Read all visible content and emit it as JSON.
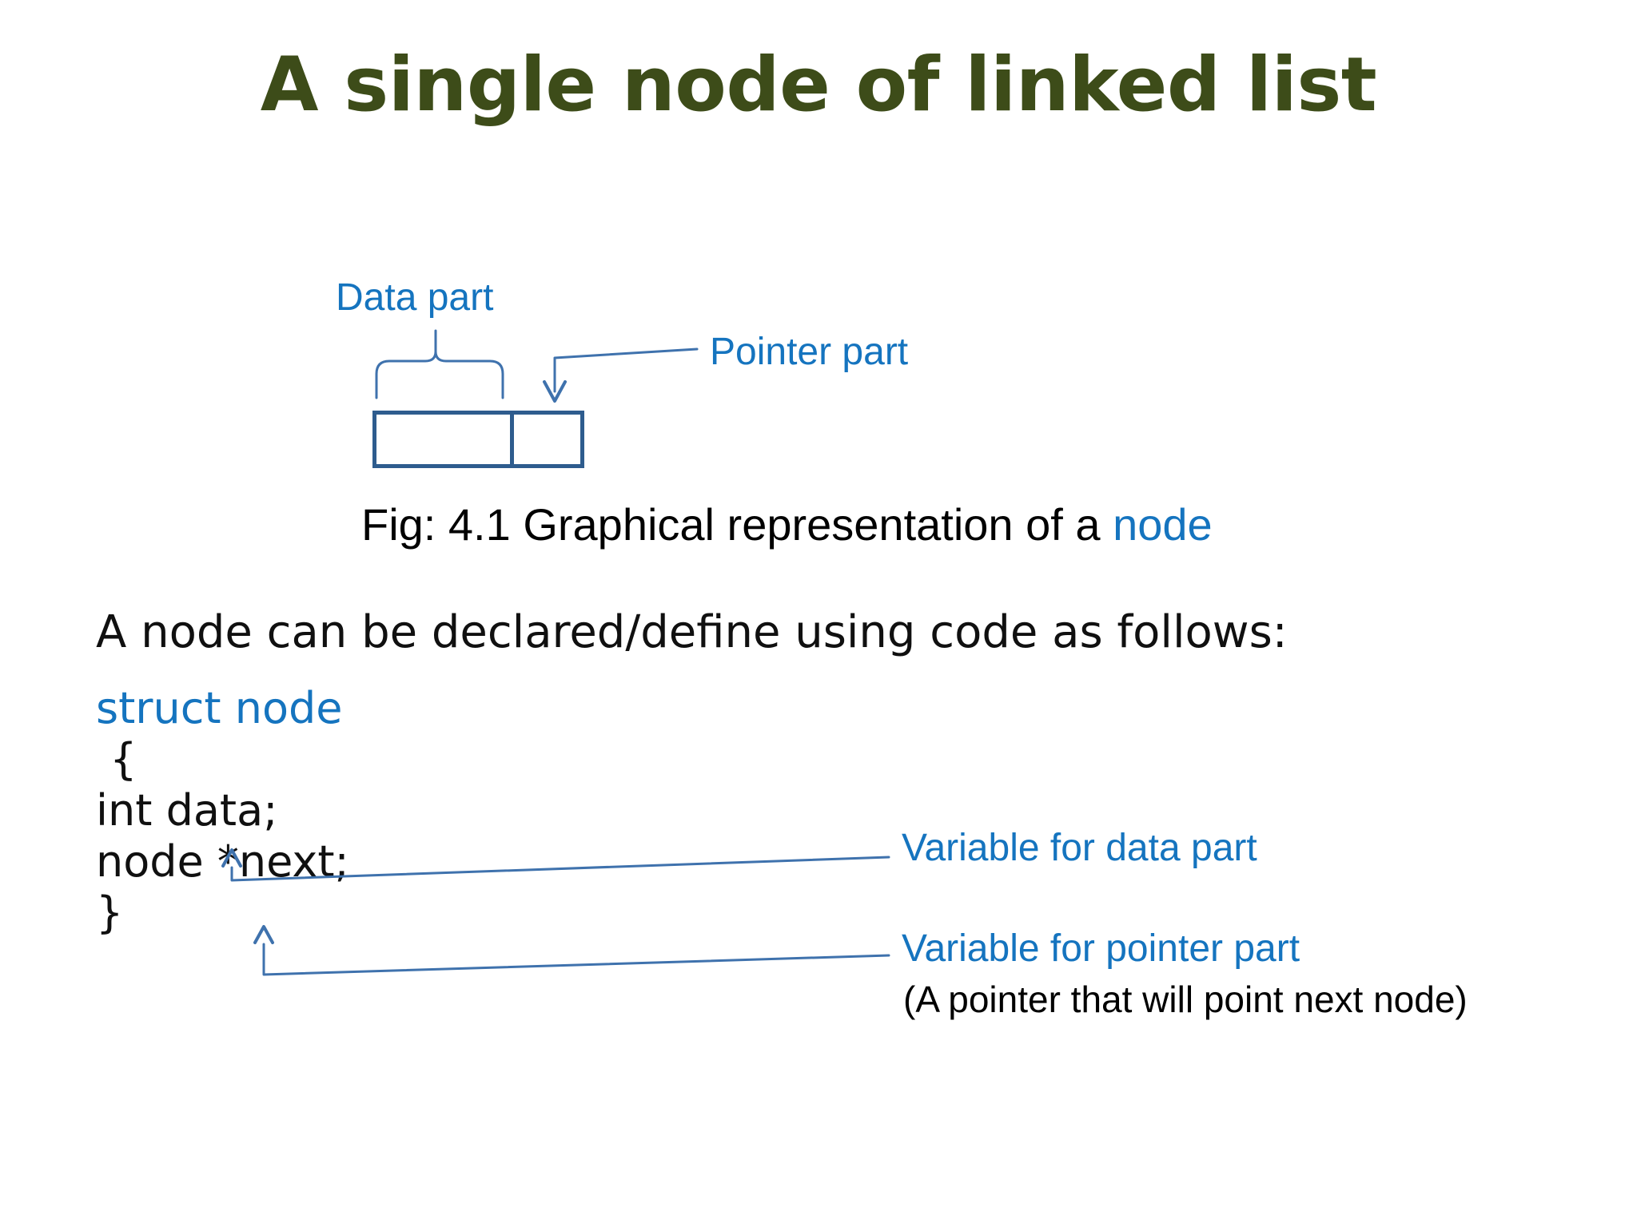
{
  "slide": {
    "title": "A single node of linked list",
    "title_color": "#3d4c19",
    "background_color": "#ffffff",
    "accent_blue": "#1574bf",
    "line_blue": "#3f72ad",
    "box_border": "#2e5c8e"
  },
  "figure": {
    "data_part_label": "Data part",
    "pointer_part_label": "Pointer part",
    "caption_main": "Fig: 4.1 Graphical representation of a ",
    "caption_highlight": "node",
    "node_cells": [
      {
        "name": "data-cell",
        "label": ""
      },
      {
        "name": "pointer-cell",
        "label": ""
      }
    ]
  },
  "body": {
    "intro": "A node can be declared/define using code as follows:"
  },
  "code": {
    "lines": [
      {
        "text": "struct node",
        "keyword": true
      },
      {
        "text": " {",
        "keyword": false
      },
      {
        "text": "int data;",
        "keyword": false
      },
      {
        "text": "node *next;",
        "keyword": false
      },
      {
        "text": "}",
        "keyword": false
      }
    ]
  },
  "annotations": {
    "data_variable": "Variable for data part",
    "pointer_variable": "Variable for pointer part",
    "pointer_note": "(A pointer that will point next node)"
  }
}
